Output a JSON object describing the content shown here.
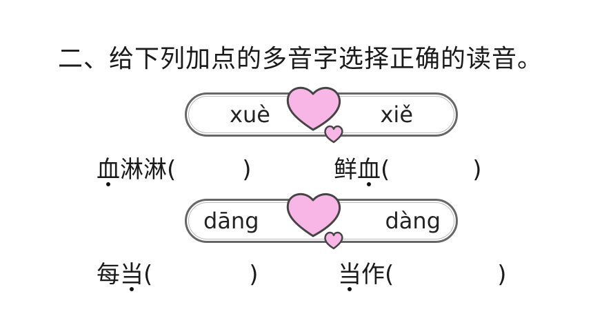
{
  "title": "二、给下列加点的多音字选择正确的读音。",
  "groups": [
    {
      "options": [
        "xuè",
        "xiě"
      ],
      "items": [
        {
          "chars": [
            "血",
            "淋",
            "淋"
          ],
          "dotted_index": 0,
          "open": "(",
          "close": ")"
        },
        {
          "chars": [
            "鲜",
            "血"
          ],
          "dotted_index": 1,
          "open": "(",
          "close": ")"
        }
      ]
    },
    {
      "options": [
        "dāng",
        "dàng"
      ],
      "items": [
        {
          "chars": [
            "每",
            "当"
          ],
          "dotted_index": 1,
          "open": "(",
          "close": ")"
        },
        {
          "chars": [
            "当",
            "作"
          ],
          "dotted_index": 0,
          "open": "(",
          "close": ")"
        }
      ]
    }
  ],
  "colors": {
    "heart_fill": "#f7b6e6",
    "heart_stroke": "#444444",
    "pill_border": "#666666"
  }
}
